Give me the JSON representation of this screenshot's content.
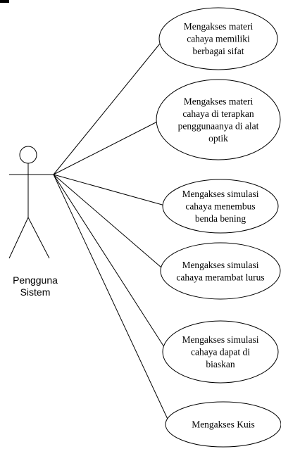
{
  "actor": {
    "name_line1": "Pengguna",
    "name_line2": "Sistem"
  },
  "use_cases": [
    {
      "lines": [
        "Mengakses materi",
        "cahaya memiliki",
        "berbagai sifat"
      ]
    },
    {
      "lines": [
        "Mengakses materi",
        "cahaya di terapkan",
        "penggunaanya di alat",
        "optik"
      ]
    },
    {
      "lines": [
        "Mengakses simulasi",
        "cahaya menembus",
        "benda bening"
      ]
    },
    {
      "lines": [
        "Mengakses simulasi",
        "cahaya merambat lurus"
      ]
    },
    {
      "lines": [
        "Mengakses simulasi",
        "cahaya dapat di",
        "biaskan"
      ]
    },
    {
      "lines": [
        "Mengakses Kuis"
      ]
    }
  ]
}
